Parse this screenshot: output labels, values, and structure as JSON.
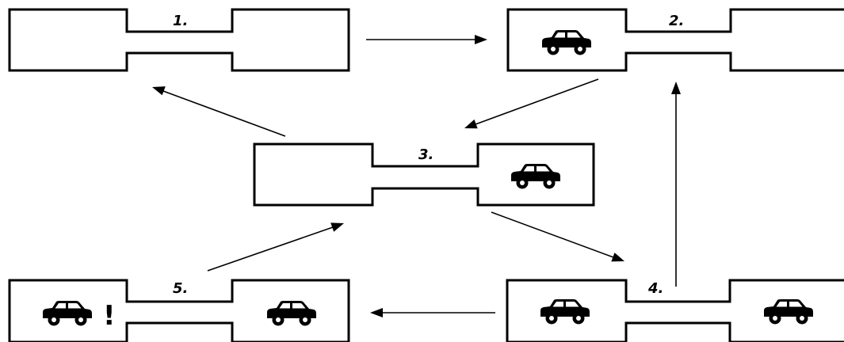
{
  "states": [
    {
      "label": "1.",
      "cars": {
        "left": false,
        "right": false
      },
      "alert": ""
    },
    {
      "label": "2.",
      "cars": {
        "left": true,
        "right": false
      },
      "alert": ""
    },
    {
      "label": "3.",
      "cars": {
        "left": false,
        "right": true
      },
      "alert": ""
    },
    {
      "label": "4.",
      "cars": {
        "left": true,
        "right": true
      },
      "alert": ""
    },
    {
      "label": "5.",
      "cars": {
        "left": true,
        "right": true
      },
      "alert": "!"
    }
  ],
  "transitions": [
    {
      "from": "1.",
      "to": "2."
    },
    {
      "from": "2.",
      "to": "3."
    },
    {
      "from": "3.",
      "to": "1."
    },
    {
      "from": "3.",
      "to": "4."
    },
    {
      "from": "4.",
      "to": "2."
    },
    {
      "from": "4.",
      "to": "5."
    },
    {
      "from": "5.",
      "to": "3."
    }
  ],
  "icons": {
    "car": "car-icon",
    "alert": "exclamation-mark"
  },
  "colors": {
    "stroke": "#000000",
    "background": "#ffffff"
  }
}
